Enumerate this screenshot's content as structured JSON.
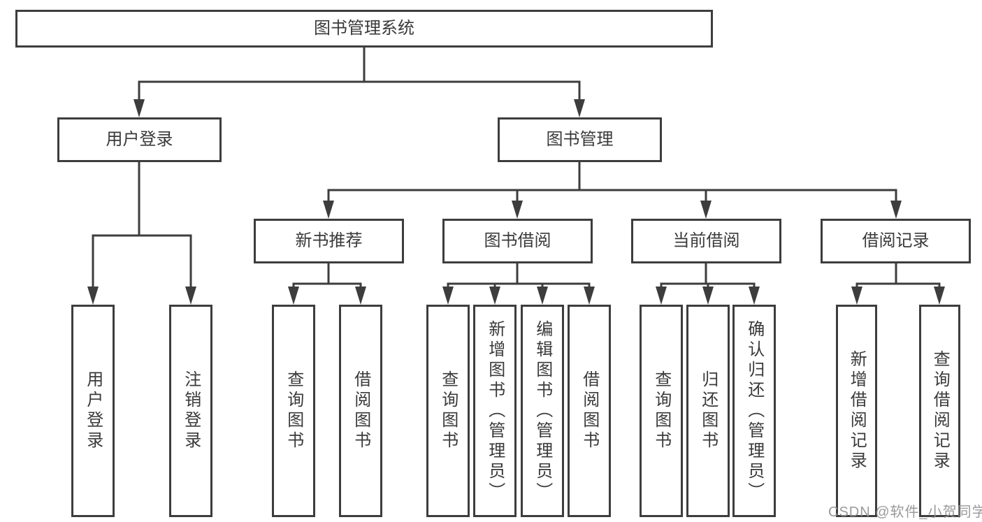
{
  "diagram_title": "图书管理系统",
  "tree": {
    "label": "图书管理系统",
    "children": [
      {
        "label": "用户登录",
        "children": [
          {
            "label": "用户登录"
          },
          {
            "label": "注销登录"
          }
        ]
      },
      {
        "label": "图书管理",
        "children": [
          {
            "label": "新书推荐",
            "children": [
              {
                "label": "查询图书"
              },
              {
                "label": "借阅图书"
              }
            ]
          },
          {
            "label": "图书借阅",
            "children": [
              {
                "label": "查询图书"
              },
              {
                "label": "新增图书（管理员）"
              },
              {
                "label": "编辑图书（管理员）"
              },
              {
                "label": "借阅图书"
              }
            ]
          },
          {
            "label": "当前借阅",
            "children": [
              {
                "label": "查询图书"
              },
              {
                "label": "归还图书"
              },
              {
                "label": "确认归还（管理员）"
              }
            ]
          },
          {
            "label": "借阅记录",
            "children": [
              {
                "label": "新增借阅记录"
              },
              {
                "label": "查询借阅记录"
              }
            ]
          }
        ]
      }
    ]
  },
  "watermark": "CSDN @软件_小贺同学",
  "colors": {
    "line": "#3d3d3d",
    "box_border": "#3d3d3d",
    "text": "#3a3a3a",
    "watermark": "#919191",
    "background": "#ffffff"
  }
}
